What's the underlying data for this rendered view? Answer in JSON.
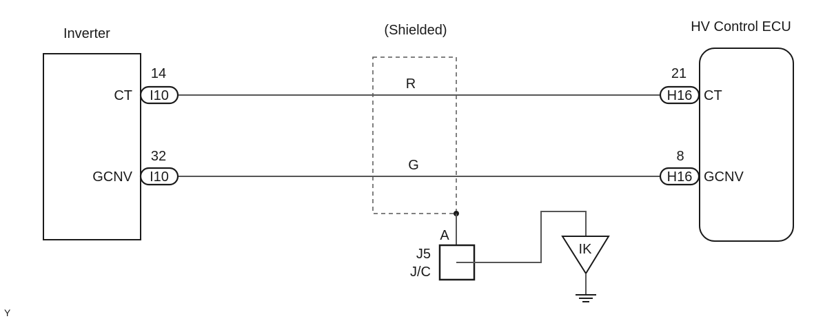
{
  "components": {
    "inverter": {
      "label": "Inverter",
      "pins": {
        "ct": "CT",
        "gcnv": "GCNV"
      }
    },
    "ecu": {
      "label": "HV Control ECU",
      "pins": {
        "ct": "CT",
        "gcnv": "GCNV"
      }
    }
  },
  "shield": {
    "label": "(Shielded)"
  },
  "wires": {
    "ct": {
      "color": "R",
      "left_pin": "14",
      "left_connector": "I10",
      "right_pin": "21",
      "right_connector": "H16"
    },
    "gcnv": {
      "color": "G",
      "left_pin": "32",
      "left_connector": "I10",
      "right_pin": "8",
      "right_connector": "H16"
    }
  },
  "junction": {
    "pin": "A",
    "name": "J5",
    "type": "J/C"
  },
  "ground": {
    "label": "IK"
  },
  "corner_mark": "Y"
}
